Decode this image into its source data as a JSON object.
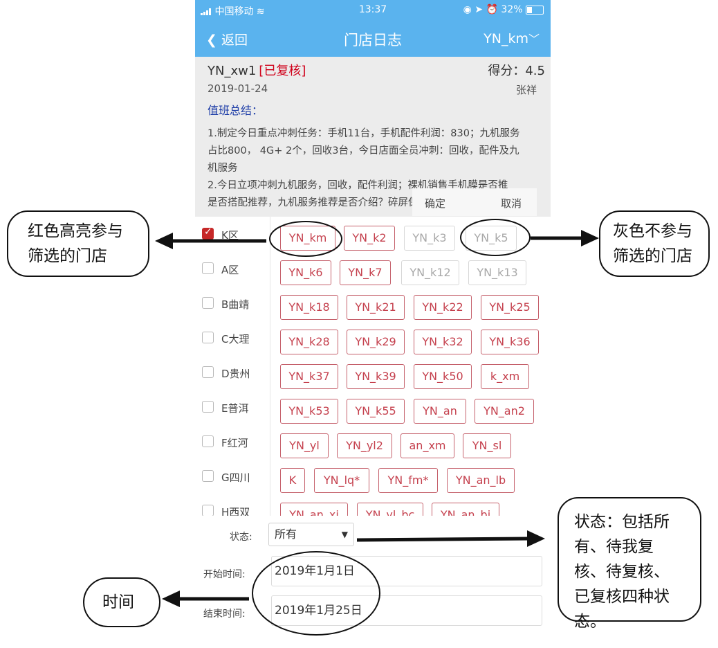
{
  "status_bar": {
    "carrier": "中国移动",
    "time": "13:37",
    "battery": "32%"
  },
  "nav": {
    "back_label": "返回",
    "title": "门店日志",
    "user_label": "YN_km"
  },
  "log": {
    "store": "YN_xw1",
    "status": "[已复核]",
    "score_label": "得分：4.5",
    "date": "2019-01-24",
    "author": "张祥",
    "summary_heading": "值班总结：",
    "lines": [
      "1.制定今日重点冲刺任务：手机11台，手机配件利润：830；九机服务",
      "占比800， 4G+ 2个，回收3台，今日店面全员冲刺：回收，配件及九",
      "机服务",
      "2.今日立项冲刺九机服务，回收，配件利润；裸机销售手机膜是否推",
      "是否搭配推荐，九机服务推荐是否介绍？碎屏保，电池是否试"
    ]
  },
  "popup": {
    "confirm_label": "确定",
    "cancel_label": "取消"
  },
  "regions": [
    {
      "label": "K区",
      "checked": true
    },
    {
      "label": "A区",
      "checked": false
    },
    {
      "label": "B曲靖",
      "checked": false
    },
    {
      "label": "C大理",
      "checked": false
    },
    {
      "label": "D贵州",
      "checked": false
    },
    {
      "label": "E普洱",
      "checked": false
    },
    {
      "label": "F红河",
      "checked": false
    },
    {
      "label": "G四川",
      "checked": false
    },
    {
      "label": "H西双",
      "checked": false
    }
  ],
  "stores": [
    [
      {
        "name": "YN_km",
        "on": true
      },
      {
        "name": "YN_k2",
        "on": true
      },
      {
        "name": "YN_k3",
        "on": false
      },
      {
        "name": "YN_k5",
        "on": false
      }
    ],
    [
      {
        "name": "YN_k6",
        "on": true
      },
      {
        "name": "YN_k7",
        "on": true
      },
      {
        "name": "YN_k12",
        "on": false
      },
      {
        "name": "YN_k13",
        "on": false
      }
    ],
    [
      {
        "name": "YN_k18",
        "on": true
      },
      {
        "name": "YN_k21",
        "on": true
      },
      {
        "name": "YN_k22",
        "on": true
      },
      {
        "name": "YN_k25",
        "on": true
      }
    ],
    [
      {
        "name": "YN_k28",
        "on": true
      },
      {
        "name": "YN_k29",
        "on": true
      },
      {
        "name": "YN_k32",
        "on": true
      },
      {
        "name": "YN_k36",
        "on": true
      }
    ],
    [
      {
        "name": "YN_k37",
        "on": true
      },
      {
        "name": "YN_k39",
        "on": true
      },
      {
        "name": "YN_k50",
        "on": true
      },
      {
        "name": "k_xm",
        "on": true
      }
    ],
    [
      {
        "name": "YN_k53",
        "on": true
      },
      {
        "name": "YN_k55",
        "on": true
      },
      {
        "name": "YN_an",
        "on": true
      },
      {
        "name": "YN_an2",
        "on": true
      }
    ],
    [
      {
        "name": "YN_yl",
        "on": true
      },
      {
        "name": "YN_yl2",
        "on": true
      },
      {
        "name": "an_xm",
        "on": true
      },
      {
        "name": "YN_sl",
        "on": true
      }
    ],
    [
      {
        "name": "K",
        "on": true
      },
      {
        "name": "YN_lq*",
        "on": true
      },
      {
        "name": "YN_fm*",
        "on": true
      },
      {
        "name": "YN_an_lb",
        "on": true
      }
    ],
    [
      {
        "name": "YN_an_xj",
        "on": true
      },
      {
        "name": "YN_yl_bc",
        "on": true
      },
      {
        "name": "YN_an_bj",
        "on": true
      }
    ]
  ],
  "filters": {
    "status_label": "状态:",
    "status_value": "所有",
    "start_label": "开始时间:",
    "start_value": "2019年1月1日",
    "end_label": "结束时间:",
    "end_value": "2019年1月25日"
  },
  "annotations": {
    "red": [
      "红色高亮参与",
      "筛选的门店"
    ],
    "gray": [
      "灰色不参与",
      "筛选的门店"
    ],
    "time": "时间",
    "status": [
      "状态：包括所",
      "有、待我复",
      "核、待复核、",
      "已复核四种状",
      "态。"
    ]
  },
  "colors": {
    "nav_blue": "#5ab3ee",
    "chip_red": "#c5414e",
    "chip_gray": "#a8a8a8",
    "status_red": "#d0021b",
    "summary_blue": "#1a3aa6"
  }
}
